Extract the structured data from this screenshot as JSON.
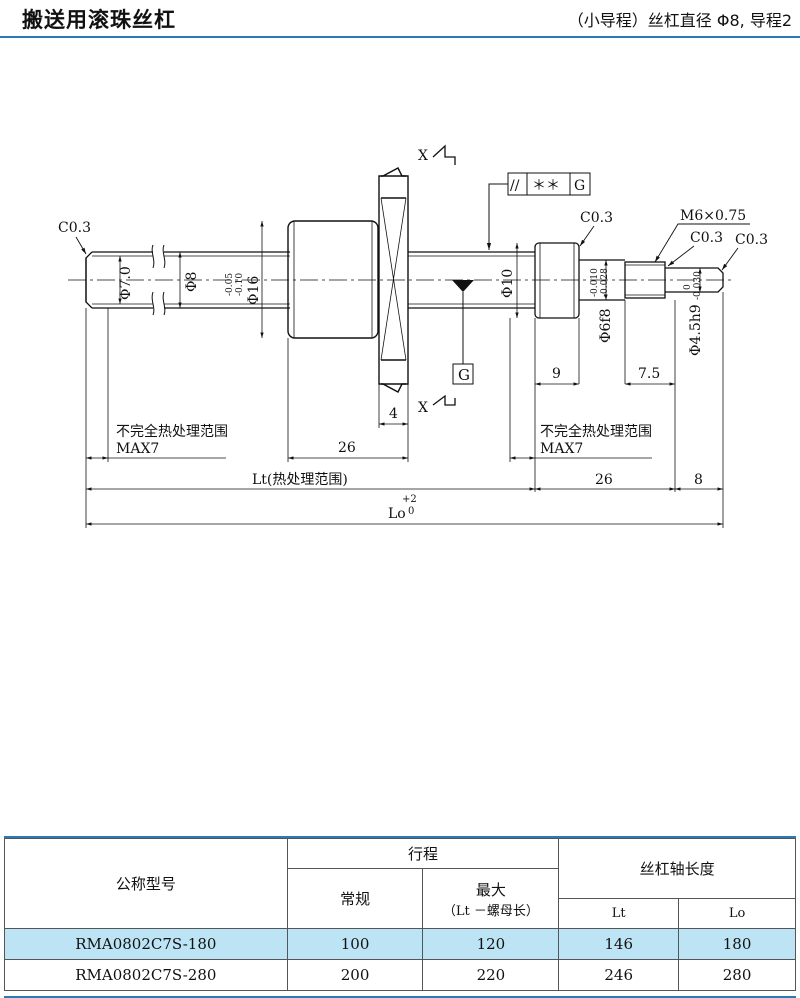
{
  "header": {
    "title": "搬送用滚珠丝杠",
    "subtitle": "（小导程）丝杠直径 Φ8, 导程2"
  },
  "drawing": {
    "labels": {
      "c03_left": "C0.3",
      "c03_mid": "C0.3",
      "c03_right1": "C0.3",
      "c03_right2": "C0.3",
      "thread": "M6×0.75",
      "x_top": "X",
      "x_bottom": "X",
      "phi7": "Φ7.0",
      "phi8": "Φ8",
      "phi16": "Φ16",
      "phi16_tol_upper": "-0.05",
      "phi16_tol_lower": "-0.10",
      "phi10": "Φ10",
      "phi6f8": "Φ6f8",
      "phi6_tol_upper": "-0.010",
      "phi6_tol_lower": "-0.028",
      "phi45h9": "Φ4.5h9",
      "phi45_tol_upper": "0",
      "phi45_tol_lower": "-0.030",
      "fcf_symbol": "//",
      "fcf_value": "＊＊",
      "fcf_datum": "G",
      "datum_g": "G",
      "dim_4": "4",
      "dim_26_left": "26",
      "dim_9": "9",
      "dim_75": "7.5",
      "dim_26_right": "26",
      "dim_8": "8",
      "incomplete_left": "不完全热处理范围",
      "max_left": "MAX7",
      "incomplete_right": "不完全热处理范围",
      "max_right": "MAX7",
      "lt": "Lt(热处理范围)",
      "lo": "Lo",
      "lo_tol_upper": "+2",
      "lo_tol_lower": "0"
    }
  },
  "table": {
    "headers": {
      "model": "公称型号",
      "stroke": "行程",
      "normal": "常规",
      "max": "最大",
      "max_sub": "（Lt －螺母长）",
      "length": "丝杠轴长度",
      "lt": "Lt",
      "lo": "Lo"
    },
    "rows": [
      {
        "model": "RMA0802C7S-180",
        "normal": "100",
        "max": "120",
        "lt": "146",
        "lo": "180"
      },
      {
        "model": "RMA0802C7S-280",
        "normal": "200",
        "max": "220",
        "lt": "246",
        "lo": "280"
      }
    ]
  }
}
